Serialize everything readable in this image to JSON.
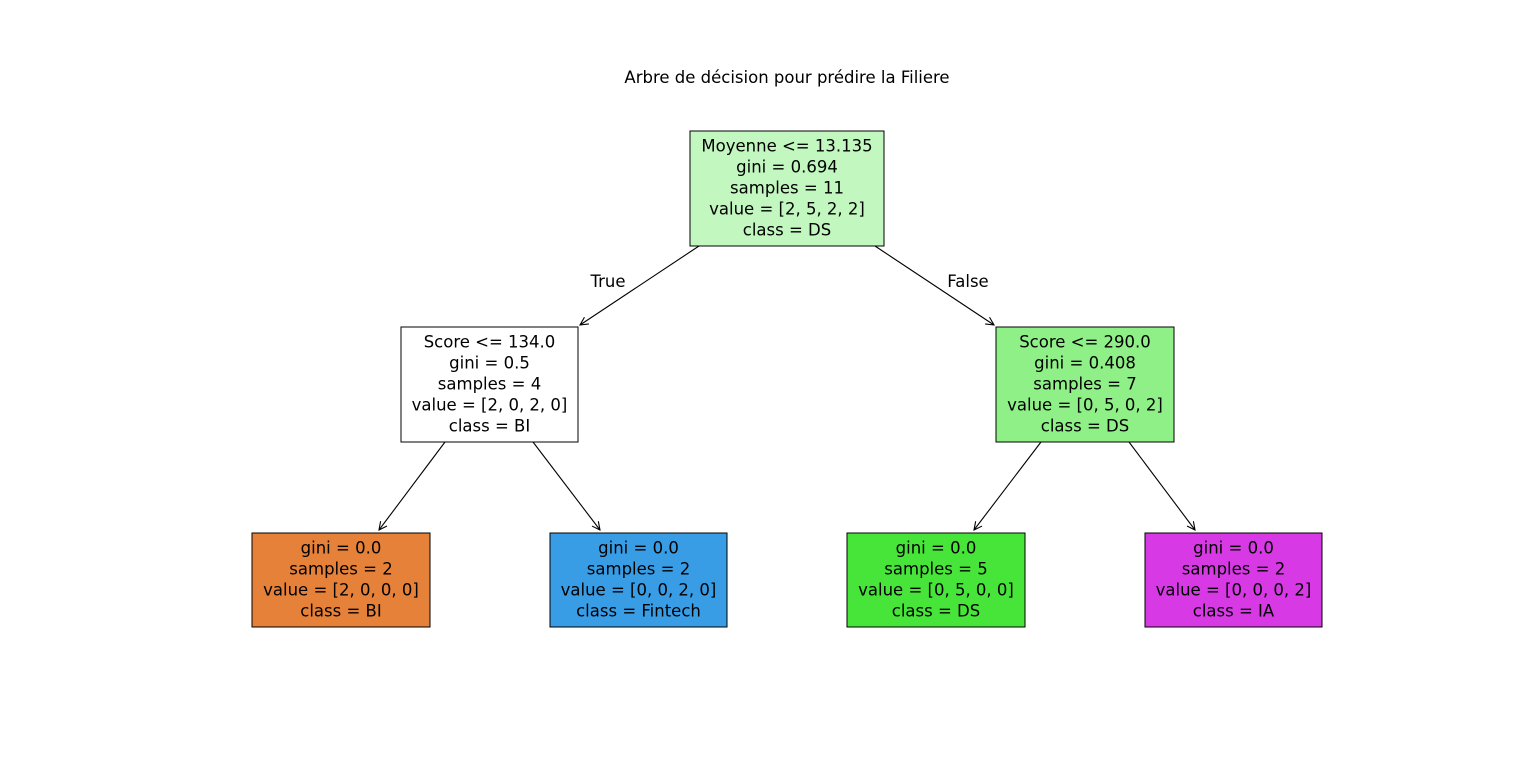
{
  "title": "Arbre de décision pour prédire la Filiere",
  "branch_labels": {
    "true": "True",
    "false": "False"
  },
  "nodes": [
    {
      "id": "root",
      "lines": [
        "Moyenne <= 13.135",
        "gini = 0.694",
        "samples = 11",
        "value = [2, 5, 2, 2]",
        "class = DS"
      ],
      "fill": "#c2f7bf"
    },
    {
      "id": "left",
      "lines": [
        "Score <= 134.0",
        "gini = 0.5",
        "samples = 4",
        "value = [2, 0, 2, 0]",
        "class = BI"
      ],
      "fill": "#ffffff"
    },
    {
      "id": "right",
      "lines": [
        "Score <= 290.0",
        "gini = 0.408",
        "samples = 7",
        "value = [0, 5, 0, 2]",
        "class = DS"
      ],
      "fill": "#8ff087"
    },
    {
      "id": "leaf-bi",
      "lines": [
        "gini = 0.0",
        "samples = 2",
        "value = [2, 0, 0, 0]",
        "class = BI"
      ],
      "fill": "#e6813a"
    },
    {
      "id": "leaf-fintech",
      "lines": [
        "gini = 0.0",
        "samples = 2",
        "value = [0, 0, 2, 0]",
        "class = Fintech"
      ],
      "fill": "#399de5"
    },
    {
      "id": "leaf-ds",
      "lines": [
        "gini = 0.0",
        "samples = 5",
        "value = [0, 5, 0, 0]",
        "class = DS"
      ],
      "fill": "#47e539"
    },
    {
      "id": "leaf-ia",
      "lines": [
        "gini = 0.0",
        "samples = 2",
        "value = [0, 0, 0, 2]",
        "class = IA"
      ],
      "fill": "#d739e5"
    }
  ],
  "edges": [
    {
      "from": "root",
      "to": "left"
    },
    {
      "from": "root",
      "to": "right"
    },
    {
      "from": "left",
      "to": "leaf-bi"
    },
    {
      "from": "left",
      "to": "leaf-fintech"
    },
    {
      "from": "right",
      "to": "leaf-ds"
    },
    {
      "from": "right",
      "to": "leaf-ia"
    }
  ]
}
